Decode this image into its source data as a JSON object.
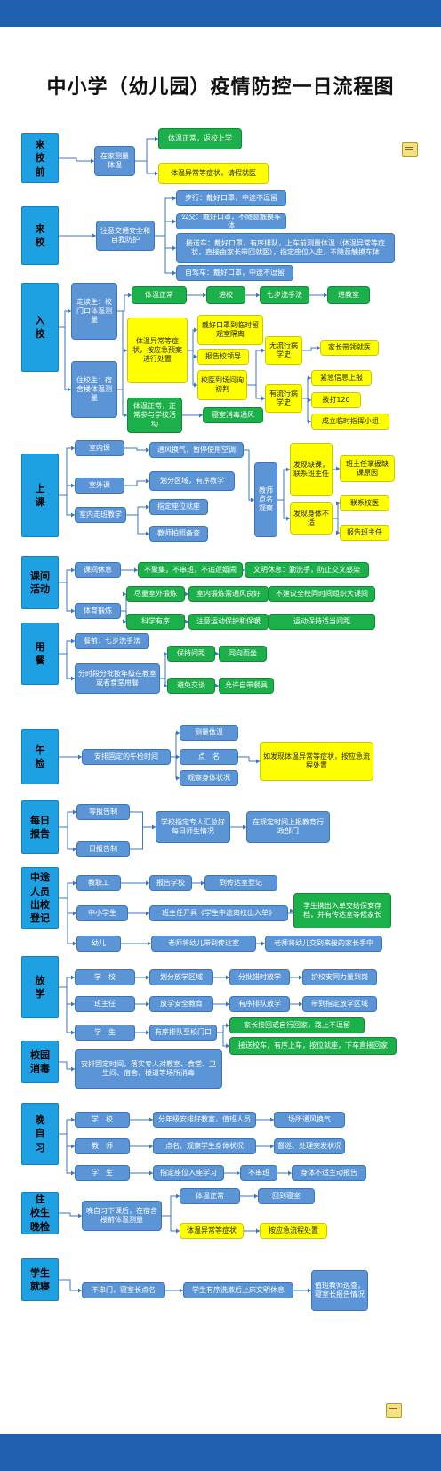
{
  "title": "中小学（幼儿园）疫情防控一日流程图",
  "sections": [
    {
      "id": "s1",
      "label": "来\n校\n前"
    },
    {
      "id": "s2",
      "label": "来\n校"
    },
    {
      "id": "s3",
      "label": "入\n校"
    },
    {
      "id": "s4",
      "label": "上\n课"
    },
    {
      "id": "s5",
      "label": "课间\n活动"
    },
    {
      "id": "s6",
      "label": "用\n餐"
    },
    {
      "id": "s7",
      "label": "午\n检"
    },
    {
      "id": "s8",
      "label": "每日\n报告"
    },
    {
      "id": "s9",
      "label": "中途\n人员\n出校\n登记"
    },
    {
      "id": "s10",
      "label": "放\n学"
    },
    {
      "id": "s11",
      "label": "校园\n消毒"
    },
    {
      "id": "s12",
      "label": "晚\n自\n习"
    },
    {
      "id": "s13",
      "label": "住\n校生\n晚检"
    },
    {
      "id": "s14",
      "label": "学生\n就寝"
    }
  ],
  "nodes": [
    {
      "id": "a1",
      "t": "在家测量体温",
      "c": "blue"
    },
    {
      "id": "a2",
      "t": "体温正常，返校上学",
      "c": "green"
    },
    {
      "id": "a3",
      "t": "体温异常等症状，请假就医",
      "c": "yellow"
    },
    {
      "id": "b1",
      "t": "注意交通安全和自我防护",
      "c": "blue"
    },
    {
      "id": "b2",
      "t": "步行：戴好口罩，中途不逗留",
      "c": "blue"
    },
    {
      "id": "b3",
      "t": "公交：戴好口罩，不随意触摸车体",
      "c": "blue"
    },
    {
      "id": "b4",
      "t": "接送车：戴好口罩，有序排队，上车前测量体温（体温异常等症状，直接由家长带回就医），指定座位入座，不随意触摸车体",
      "c": "blue"
    },
    {
      "id": "b5",
      "t": "自驾车：戴好口罩，中途不逗留",
      "c": "blue"
    },
    {
      "id": "c1",
      "t": "走读生：校门口体温测量",
      "c": "blue"
    },
    {
      "id": "c2",
      "t": "住校生：宿舍楼体温测量",
      "c": "blue"
    },
    {
      "id": "c3",
      "t": "体温正常",
      "c": "green"
    },
    {
      "id": "c4",
      "t": "进校",
      "c": "green"
    },
    {
      "id": "c5",
      "t": "七步洗手法",
      "c": "green"
    },
    {
      "id": "c6",
      "t": "进教室",
      "c": "green"
    },
    {
      "id": "c7",
      "t": "体温异常等症状，按应急预案进行处置",
      "c": "yellow"
    },
    {
      "id": "c8",
      "t": "戴好口罩到临时留观室隔离",
      "c": "yellow"
    },
    {
      "id": "c9",
      "t": "报告校领导",
      "c": "yellow"
    },
    {
      "id": "c10",
      "t": "校医到场问询初判",
      "c": "yellow"
    },
    {
      "id": "c11",
      "t": "无流行病学史",
      "c": "yellow"
    },
    {
      "id": "c12",
      "t": "家长带领就医",
      "c": "yellow"
    },
    {
      "id": "c13",
      "t": "有流行病学史",
      "c": "yellow"
    },
    {
      "id": "c14",
      "t": "紧急信息上报",
      "c": "yellow"
    },
    {
      "id": "c15",
      "t": "拨打120",
      "c": "yellow"
    },
    {
      "id": "c16",
      "t": "成立临时指挥小组",
      "c": "yellow"
    },
    {
      "id": "c17",
      "t": "体温正常，正常参与学校活动",
      "c": "green"
    },
    {
      "id": "c18",
      "t": "寝室消毒通风",
      "c": "green"
    },
    {
      "id": "d1",
      "t": "室内课",
      "c": "blue"
    },
    {
      "id": "d2",
      "t": "通风换气，暂停使用空调",
      "c": "blue"
    },
    {
      "id": "d3",
      "t": "室外课",
      "c": "blue"
    },
    {
      "id": "d4",
      "t": "划分区域，有序教学",
      "c": "blue"
    },
    {
      "id": "d5",
      "t": "室内走班教学",
      "c": "blue"
    },
    {
      "id": "d6",
      "t": "指定座位就座",
      "c": "blue"
    },
    {
      "id": "d7",
      "t": "教师拍照备查",
      "c": "blue"
    },
    {
      "id": "d8",
      "t": "教师点名观察",
      "c": "blue"
    },
    {
      "id": "d9",
      "t": "发现缺课，联系班主任",
      "c": "yellow"
    },
    {
      "id": "d10",
      "t": "班主任掌握缺课原因",
      "c": "yellow"
    },
    {
      "id": "d11",
      "t": "发现身体不适",
      "c": "yellow"
    },
    {
      "id": "d12",
      "t": "联系校医",
      "c": "yellow"
    },
    {
      "id": "d13",
      "t": "报告班主任",
      "c": "yellow"
    },
    {
      "id": "e1",
      "t": "课间休息",
      "c": "blue"
    },
    {
      "id": "e2",
      "t": "不聚集，不串班，不追逐嬉闹",
      "c": "green"
    },
    {
      "id": "e3",
      "t": "文明休息：勤洗手，防止交叉感染",
      "c": "green"
    },
    {
      "id": "e4",
      "t": "体育锻炼",
      "c": "blue"
    },
    {
      "id": "e5",
      "t": "尽量室外锻炼",
      "c": "green"
    },
    {
      "id": "e6",
      "t": "室内锻炼需通风良好",
      "c": "green"
    },
    {
      "id": "e7",
      "t": "不建议全校同时间组织大课间",
      "c": "green"
    },
    {
      "id": "e8",
      "t": "科学有序",
      "c": "green"
    },
    {
      "id": "e9",
      "t": "注意运动保护和保暖",
      "c": "green"
    },
    {
      "id": "e10",
      "t": "运动保持适当间距",
      "c": "green"
    },
    {
      "id": "f1",
      "t": "餐前：七步洗手法",
      "c": "blue"
    },
    {
      "id": "f2",
      "t": "分时段分批按年级在教室或者食堂用餐",
      "c": "blue"
    },
    {
      "id": "f3",
      "t": "保持间距",
      "c": "green"
    },
    {
      "id": "f4",
      "t": "同向而坐",
      "c": "green"
    },
    {
      "id": "f5",
      "t": "避免交谈",
      "c": "green"
    },
    {
      "id": "f6",
      "t": "允许自带餐具",
      "c": "green"
    },
    {
      "id": "g1",
      "t": "安排固定的午检时间",
      "c": "blue"
    },
    {
      "id": "g2",
      "t": "测量体温",
      "c": "blue"
    },
    {
      "id": "g3",
      "t": "点　名",
      "c": "blue"
    },
    {
      "id": "g4",
      "t": "观察身体状况",
      "c": "blue"
    },
    {
      "id": "g5",
      "t": "如发现体温异常等症状，按应急流程处置",
      "c": "yellow"
    },
    {
      "id": "h1",
      "t": "零报告制",
      "c": "blue"
    },
    {
      "id": "h2",
      "t": "日报告制",
      "c": "blue"
    },
    {
      "id": "h3",
      "t": "学校指定专人汇总好每日师生情况",
      "c": "blue"
    },
    {
      "id": "h4",
      "t": "在规定时间上报教育行政部门",
      "c": "blue"
    },
    {
      "id": "i1",
      "t": "教职工",
      "c": "blue"
    },
    {
      "id": "i2",
      "t": "报告学校",
      "c": "blue"
    },
    {
      "id": "i3",
      "t": "到传达室登记",
      "c": "blue"
    },
    {
      "id": "i4",
      "t": "中小学生",
      "c": "blue"
    },
    {
      "id": "i5",
      "t": "班主任开具《学生中途离校出入单》",
      "c": "blue"
    },
    {
      "id": "i6",
      "t": "学生携出入单交给保安存档，并有传达室等候家长",
      "c": "green"
    },
    {
      "id": "i7",
      "t": "幼儿",
      "c": "blue"
    },
    {
      "id": "i8",
      "t": "老师将幼儿带到传达室",
      "c": "blue"
    },
    {
      "id": "i9",
      "t": "老师将幼儿交到来接的家长手中",
      "c": "blue"
    },
    {
      "id": "j1",
      "t": "学　校",
      "c": "blue"
    },
    {
      "id": "j2",
      "t": "划分放学区域",
      "c": "blue"
    },
    {
      "id": "j3",
      "t": "分批错时放学",
      "c": "blue"
    },
    {
      "id": "j4",
      "t": "护校安同力量到岗",
      "c": "blue"
    },
    {
      "id": "j5",
      "t": "班主任",
      "c": "blue"
    },
    {
      "id": "j6",
      "t": "放学安全教育",
      "c": "blue"
    },
    {
      "id": "j7",
      "t": "有序排队放学",
      "c": "blue"
    },
    {
      "id": "j8",
      "t": "带到指定放学区域",
      "c": "blue"
    },
    {
      "id": "j9",
      "t": "学　生",
      "c": "blue"
    },
    {
      "id": "j10",
      "t": "有序排队至校门口",
      "c": "blue"
    },
    {
      "id": "j11",
      "t": "家长接回或自行回家，路上不逗留",
      "c": "green"
    },
    {
      "id": "j12",
      "t": "接送校车，有序上车，按位就座，下车直接回家",
      "c": "green"
    },
    {
      "id": "k1",
      "t": "安排固定时间，落实专人对教室、食堂、卫生间、宿舍、楼道等场所消毒",
      "c": "blue"
    },
    {
      "id": "l1",
      "t": "学　校",
      "c": "blue"
    },
    {
      "id": "l2",
      "t": "分年级安排好教室，值班人员",
      "c": "blue"
    },
    {
      "id": "l3",
      "t": "场所通风换气",
      "c": "blue"
    },
    {
      "id": "l4",
      "t": "教　师",
      "c": "blue"
    },
    {
      "id": "l5",
      "t": "点名、观察学生身体状况",
      "c": "blue"
    },
    {
      "id": "l6",
      "t": "督巡、处理突发状况",
      "c": "blue"
    },
    {
      "id": "l7",
      "t": "学　生",
      "c": "blue"
    },
    {
      "id": "l8",
      "t": "指定座位入座学习",
      "c": "blue"
    },
    {
      "id": "l9",
      "t": "不串班",
      "c": "blue"
    },
    {
      "id": "l10",
      "t": "身体不适主动报告",
      "c": "blue"
    },
    {
      "id": "m1",
      "t": "晚自习下课后，在宿舍楼前体温测量",
      "c": "blue"
    },
    {
      "id": "m2",
      "t": "体温正常",
      "c": "blue"
    },
    {
      "id": "m3",
      "t": "回到寝室",
      "c": "blue"
    },
    {
      "id": "m4",
      "t": "体温异常等症状",
      "c": "yellow"
    },
    {
      "id": "m5",
      "t": "按应急流程处置",
      "c": "yellow"
    },
    {
      "id": "n1",
      "t": "不串门，寝室长点名",
      "c": "blue"
    },
    {
      "id": "n2",
      "t": "学生有序洗漱后上床文明休息",
      "c": "blue"
    },
    {
      "id": "n3",
      "t": "值班教师巡查，寝室长报告情况",
      "c": "blue"
    }
  ]
}
